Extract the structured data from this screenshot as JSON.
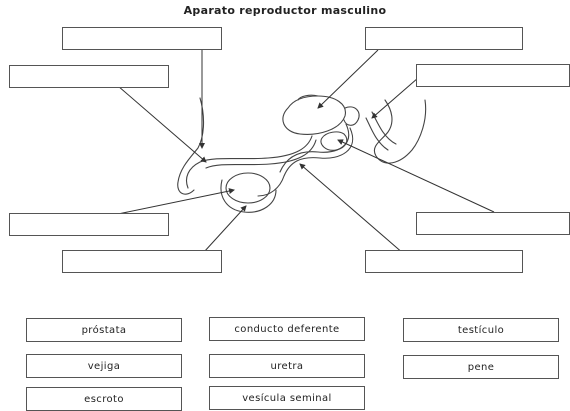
{
  "title": "Aparato reproductor masculino",
  "word_bank": {
    "prostata": "próstata",
    "conducto_deferente": "conducto deferente",
    "testiculo": "testículo",
    "vejiga": "vejiga",
    "uretra": "uretra",
    "pene": "pene",
    "escroto": "escroto",
    "vesicula_seminal": "vesícula seminal"
  }
}
